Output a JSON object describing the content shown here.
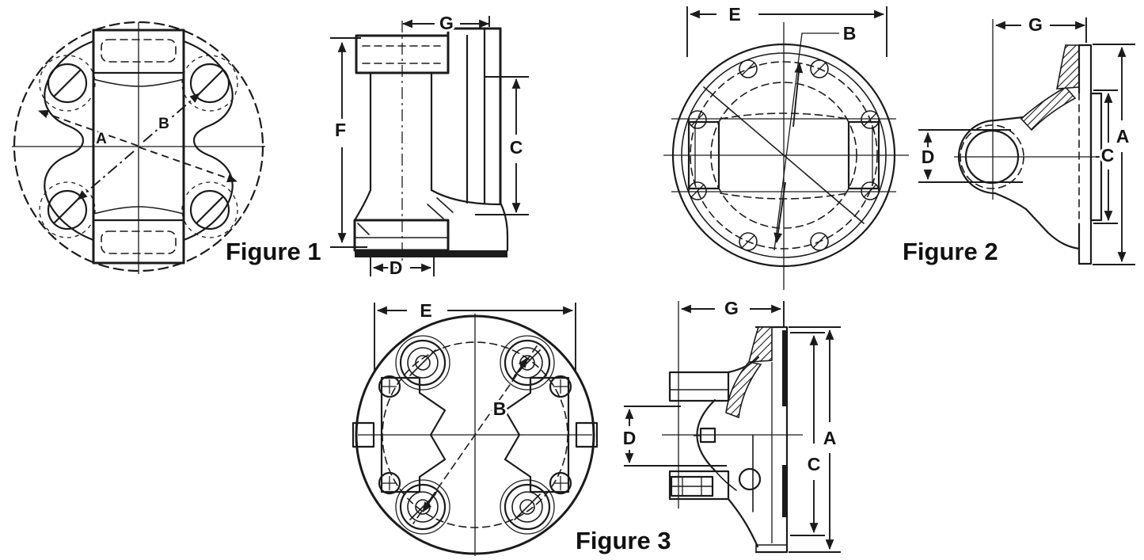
{
  "title": "Flange yoke dimensional reference drawings",
  "colors": {
    "ink": "#1b1b1b",
    "background": "#ffffff"
  },
  "figures": {
    "fig1": {
      "caption": "Figure 1",
      "labels": {
        "A": "A",
        "B": "B",
        "G": "G",
        "F": "F",
        "C": "C",
        "D": "D"
      }
    },
    "fig2": {
      "caption": "Figure 2",
      "labels": {
        "E": "E",
        "B": "B",
        "G": "G",
        "A": "A",
        "C": "C",
        "D": "D"
      }
    },
    "fig3": {
      "caption": "Figure 3",
      "labels": {
        "E": "E",
        "B": "B",
        "G": "G",
        "A": "A",
        "C": "C",
        "D": "D"
      }
    }
  }
}
